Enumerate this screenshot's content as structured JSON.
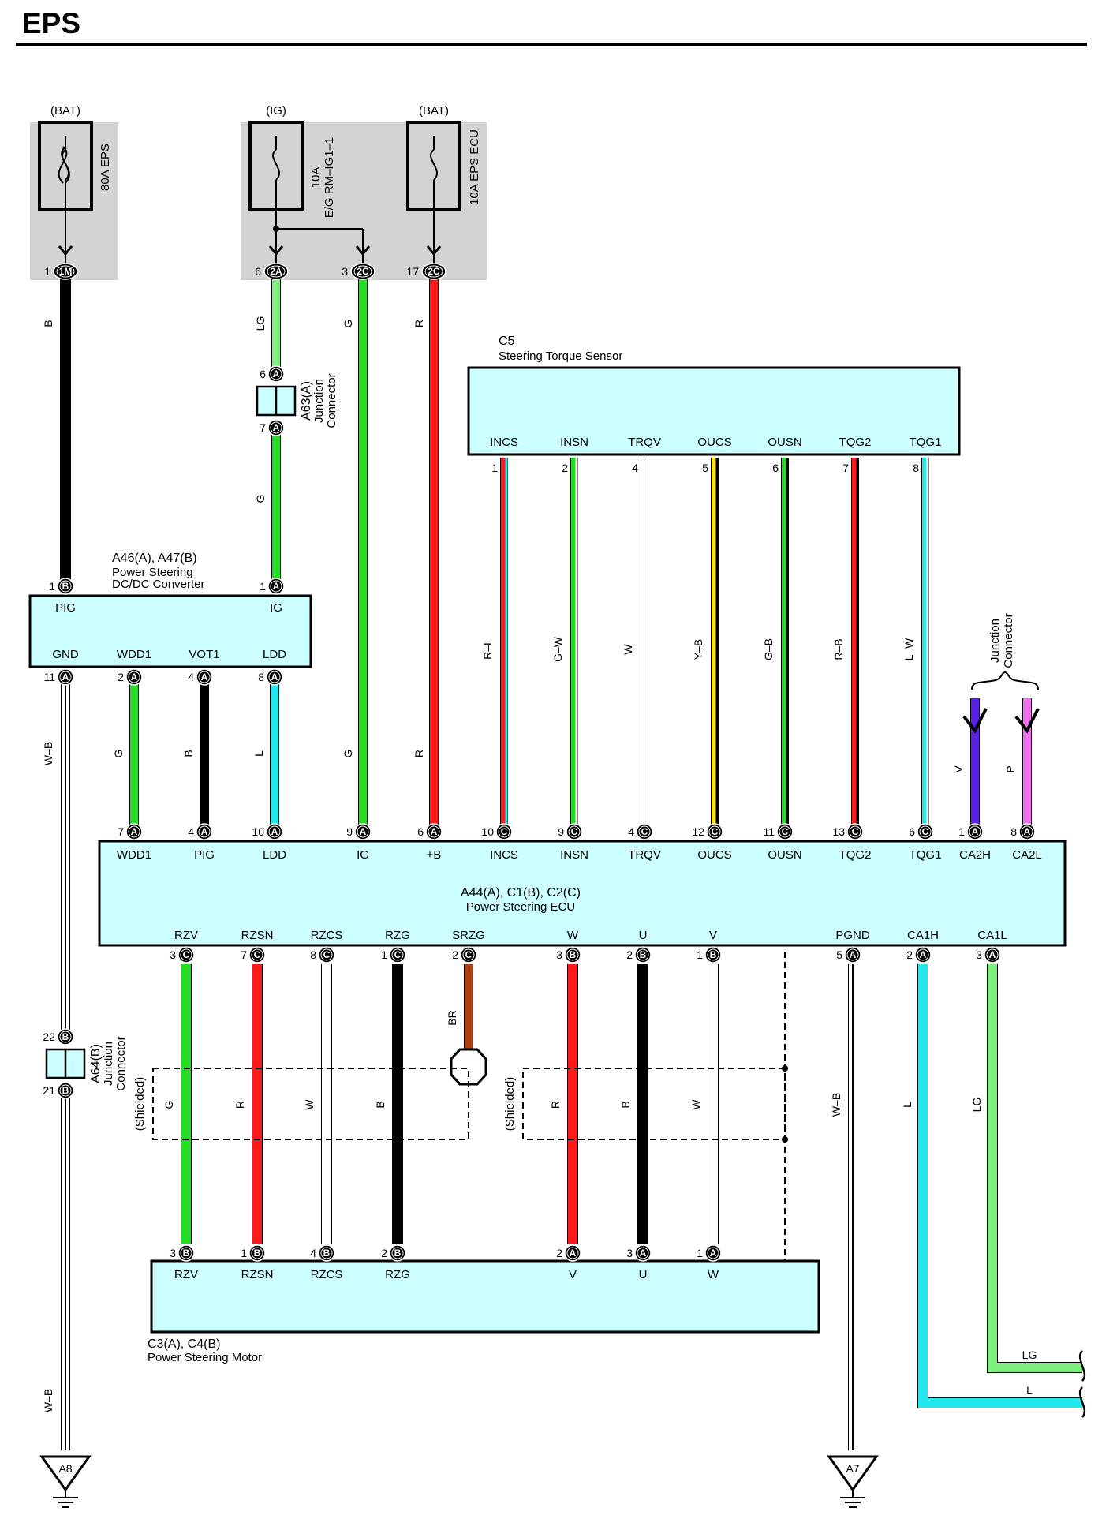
{
  "title": "EPS",
  "colors": {
    "box": "#ccffff",
    "fusebg": "#d3d3d3",
    "B": "#000000",
    "W": "#ffffff",
    "G": "#22dd22",
    "LG": "#7ff07f",
    "L": "#22e8f0",
    "R": "#ff1a1a",
    "Y": "#ffe020",
    "V": "#5a20e8",
    "P": "#f070f0",
    "BR": "#b04010"
  },
  "fuses": [
    {
      "id": "f1",
      "source": "(BAT)",
      "label": "80A EPS",
      "pin": "1",
      "conn": "1M"
    },
    {
      "id": "f2",
      "source": "(IG)",
      "label1": "10A",
      "label2": "E/G RM–IG1–1",
      "pin_a": "6",
      "conn_a": "2A",
      "pin_b": "3",
      "conn_b": "2C"
    },
    {
      "id": "f3",
      "source": "(BAT)",
      "label": "10A EPS ECU",
      "pin": "17",
      "conn": "2C"
    }
  ],
  "torque_sensor": {
    "id": "C5",
    "name": "Steering Torque Sensor",
    "pins": [
      {
        "label": "INCS",
        "num": "1",
        "wire": "R–L"
      },
      {
        "label": "INSN",
        "num": "2",
        "wire": "G–W"
      },
      {
        "label": "TRQV",
        "num": "4",
        "wire": "W"
      },
      {
        "label": "OUCS",
        "num": "5",
        "wire": "Y–B"
      },
      {
        "label": "OUSN",
        "num": "6",
        "wire": "G–B"
      },
      {
        "label": "TQG2",
        "num": "7",
        "wire": "R–B"
      },
      {
        "label": "TQG1",
        "num": "8",
        "wire": "L–W"
      }
    ]
  },
  "dcdc": {
    "id": "A46(A), A47(B)",
    "name1": "Power Steering",
    "name2": "DC/DC Converter",
    "top_pins": [
      {
        "label": "PIG",
        "num": "1",
        "c": "B"
      },
      {
        "label": "IG",
        "num": "1",
        "c": "A"
      }
    ],
    "bottom_pins": [
      {
        "label": "GND",
        "num": "11",
        "c": "A"
      },
      {
        "label": "WDD1",
        "num": "2",
        "c": "A"
      },
      {
        "label": "VOT1",
        "num": "4",
        "c": "A"
      },
      {
        "label": "LDD",
        "num": "8",
        "c": "A"
      }
    ]
  },
  "a63": {
    "id": "A63(A)",
    "name1": "Junction",
    "name2": "Connector",
    "pin_top": "6",
    "pin_bottom": "7",
    "c": "A"
  },
  "a64": {
    "id": "A64(B)",
    "name1": "Junction",
    "name2": "Connector",
    "pin_top": "22",
    "pin_bottom": "21",
    "c": "B"
  },
  "junction_ca": {
    "name1": "Junction",
    "name2": "Connector",
    "wire_v": "V",
    "wire_p": "P"
  },
  "ecu": {
    "id": "A44(A), C1(B), C2(C)",
    "name": "Power Steering ECU",
    "top_pins": [
      {
        "label": "WDD1",
        "num": "7",
        "c": "A"
      },
      {
        "label": "PIG",
        "num": "4",
        "c": "A"
      },
      {
        "label": "LDD",
        "num": "10",
        "c": "A"
      },
      {
        "label": "IG",
        "num": "9",
        "c": "A"
      },
      {
        "label": "+B",
        "num": "6",
        "c": "A"
      },
      {
        "label": "INCS",
        "num": "10",
        "c": "C"
      },
      {
        "label": "INSN",
        "num": "9",
        "c": "C"
      },
      {
        "label": "TRQV",
        "num": "4",
        "c": "C"
      },
      {
        "label": "OUCS",
        "num": "12",
        "c": "C"
      },
      {
        "label": "OUSN",
        "num": "11",
        "c": "C"
      },
      {
        "label": "TQG2",
        "num": "13",
        "c": "C"
      },
      {
        "label": "TQG1",
        "num": "6",
        "c": "C"
      },
      {
        "label": "CA2H",
        "num": "1",
        "c": "A"
      },
      {
        "label": "CA2L",
        "num": "8",
        "c": "A"
      }
    ],
    "bottom_pins": [
      {
        "label": "RZV",
        "num": "3",
        "c": "C"
      },
      {
        "label": "RZSN",
        "num": "7",
        "c": "C"
      },
      {
        "label": "RZCS",
        "num": "8",
        "c": "C"
      },
      {
        "label": "RZG",
        "num": "1",
        "c": "C"
      },
      {
        "label": "SRZG",
        "num": "2",
        "c": "C"
      },
      {
        "label": "W",
        "num": "3",
        "c": "B"
      },
      {
        "label": "U",
        "num": "2",
        "c": "B"
      },
      {
        "label": "V",
        "num": "1",
        "c": "B"
      },
      {
        "label": "PGND",
        "num": "5",
        "c": "A"
      },
      {
        "label": "CA1H",
        "num": "2",
        "c": "A"
      },
      {
        "label": "CA1L",
        "num": "3",
        "c": "A"
      }
    ]
  },
  "motor": {
    "id": "C3(A), C4(B)",
    "name": "Power Steering Motor",
    "pins": [
      {
        "label": "RZV",
        "num": "3",
        "c": "B"
      },
      {
        "label": "RZSN",
        "num": "1",
        "c": "B"
      },
      {
        "label": "RZCS",
        "num": "4",
        "c": "B"
      },
      {
        "label": "RZG",
        "num": "2",
        "c": "B"
      },
      {
        "label": "V",
        "num": "2",
        "c": "A"
      },
      {
        "label": "U",
        "num": "3",
        "c": "A"
      },
      {
        "label": "W",
        "num": "1",
        "c": "A"
      }
    ]
  },
  "wire_labels": {
    "b_main": "B",
    "lg_ig": "LG",
    "g_ig": "G",
    "g_ig2": "G",
    "g_main": "G",
    "r_main": "R",
    "r_main2": "R",
    "wb_gnd": "W–B",
    "wb_gnd2": "W–B",
    "g_wdd": "G",
    "b_vot": "B",
    "l_ldd": "L",
    "g_rzv": "G",
    "r_rzsn": "R",
    "w_rzcs": "W",
    "b_rzg": "B",
    "br_srzg": "BR",
    "r_w": "R",
    "b_u": "B",
    "w_v": "W",
    "wb_pgnd": "W–B",
    "l_ca1h": "L",
    "lg_ca1l": "LG",
    "lg_out": "LG",
    "l_out": "L"
  },
  "shielded": "(Shielded)",
  "grounds": [
    {
      "label": "A8"
    },
    {
      "label": "A7"
    }
  ]
}
